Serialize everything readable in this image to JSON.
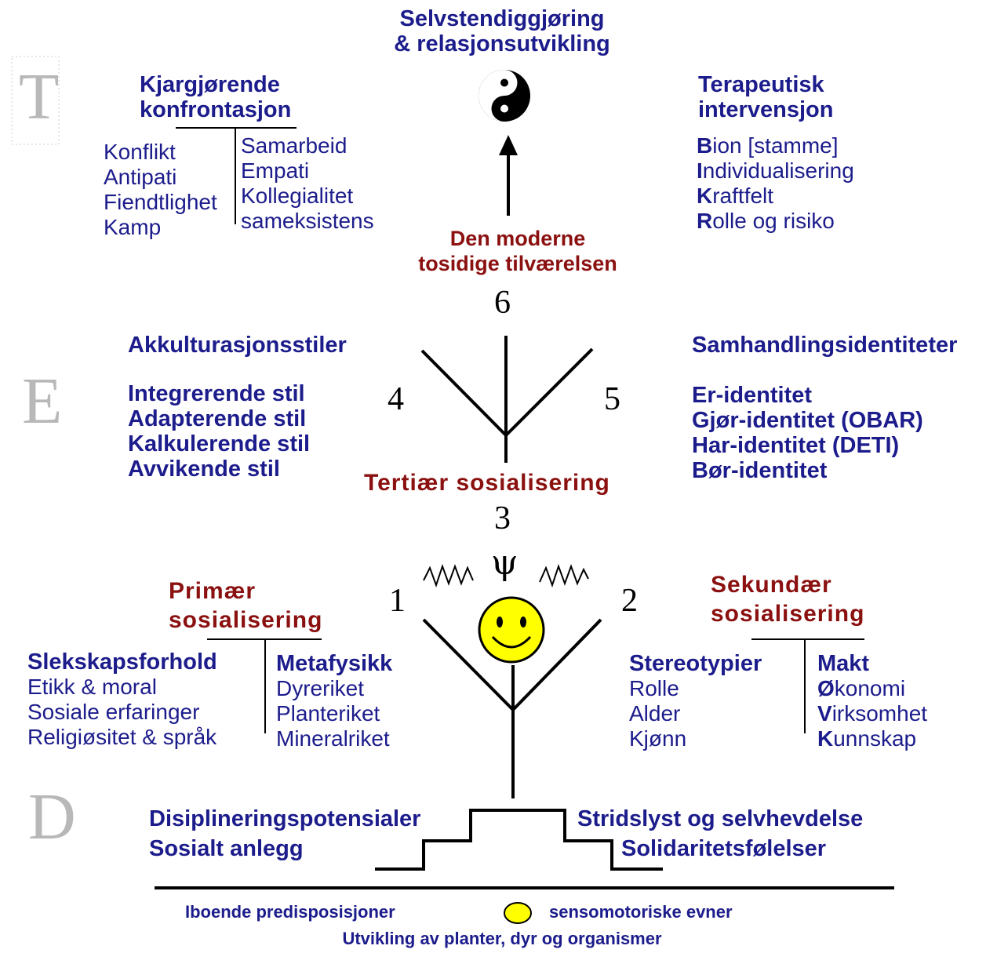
{
  "letters": {
    "t": "T",
    "e": "E",
    "d": "D"
  },
  "top": {
    "line1": "Selvstendiggjøring",
    "line2": "& relasjonsutvikling"
  },
  "kjargjorende": {
    "title1": "Kjargjørende",
    "title2": "konfrontasjon",
    "left": [
      "Konflikt",
      "Antipati",
      "Fiendtlighet",
      "Kamp"
    ],
    "right": [
      "Samarbeid",
      "Empati",
      "Kollegialitet",
      "sameksistens"
    ]
  },
  "terapeutisk": {
    "title1": "Terapeutisk",
    "title2": "intervensjon",
    "items": [
      {
        "initial": "B",
        "rest": "ion [stamme]"
      },
      {
        "initial": "I",
        "rest": "ndividualisering"
      },
      {
        "initial": "K",
        "rest": "raftfelt"
      },
      {
        "initial": "R",
        "rest": "olle og risiko"
      }
    ]
  },
  "moderne": {
    "line1": "Den moderne",
    "line2": "tosidige tilværelsen"
  },
  "numbers": {
    "n1": "1",
    "n2": "2",
    "n3": "3",
    "n4": "4",
    "n5": "5",
    "n6": "6"
  },
  "akkulturasjon": {
    "title": "Akkulturasjonsstiler",
    "items": [
      "Integrerende stil",
      "Adapterende stil",
      "Kalkulerende stil",
      "Avvikende stil"
    ]
  },
  "samhandling": {
    "title": "Samhandlingsidentiteter",
    "items": [
      "Er-identitet",
      "Gjør-identitet (OBAR)",
      "Har-identitet (DETI)",
      "Bør-identitet"
    ]
  },
  "tertiaer": "Tertiær sosialisering",
  "psi": "ψ",
  "primaer": {
    "title1": "Primær",
    "title2": "sosialisering",
    "left_title": "Slekskapsforhold",
    "left": [
      "Etikk & moral",
      "Sosiale erfaringer",
      "Religiøsitet & språk"
    ],
    "right_title": "Metafysikk",
    "right": [
      "Dyreriket",
      "Planteriket",
      "Mineralriket"
    ]
  },
  "sekundaer": {
    "title1": "Sekundær",
    "title2": "sosialisering",
    "left_title": "Stereotypier",
    "left": [
      "Rolle",
      "Alder",
      "Kjønn"
    ],
    "right_title": "Makt",
    "right": [
      {
        "initial": "Ø",
        "rest": "konomi"
      },
      {
        "initial": "V",
        "rest": "irksomhet"
      },
      {
        "initial": "K",
        "rest": "unnskap"
      }
    ]
  },
  "base": {
    "left1": "Disiplineringspotensialer",
    "left2": "Sosialt anlegg",
    "right1": "Stridslyst og selvhevdelse",
    "right2": "Solidaritetsfølelser"
  },
  "footer": {
    "line1_left": "Iboende predisposisjoner",
    "line1_right": "sensomotoriske evner",
    "line2": "Utvikling av planter, dyr og organismer"
  },
  "colors": {
    "navy": "#1c1c8c",
    "darkred": "#8b1010",
    "smiley": "#ffff00"
  }
}
